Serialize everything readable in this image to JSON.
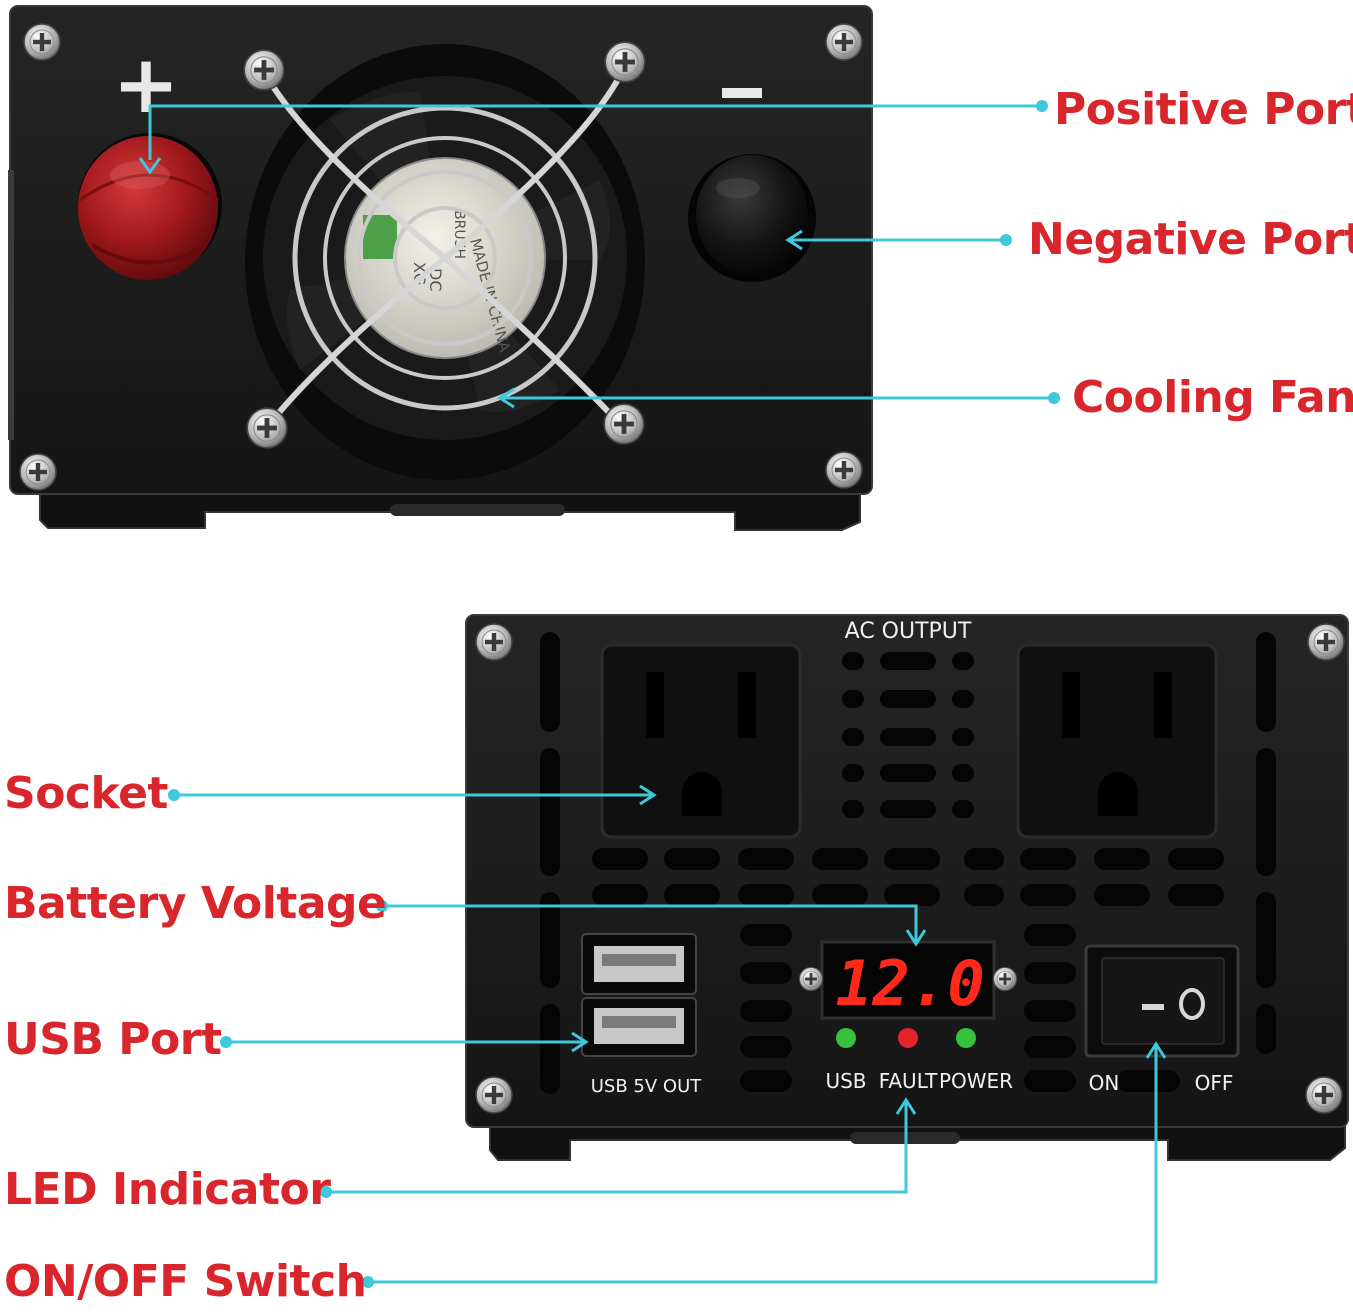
{
  "colors": {
    "callout_text": "#d9262c",
    "leader_line": "#3ec8dc",
    "panel_dark": "#1b1b1b",
    "panel_darker": "#0d0d0d",
    "display_red": "#ff2a1a",
    "led_green": "#36c23a",
    "led_red": "#e3242b"
  },
  "front_panel": {
    "plus_symbol": "+",
    "minus_symbol": "−",
    "fan_label_lines": [
      "XG",
      "DC",
      "MADE IN CHINA",
      "BRUSH"
    ]
  },
  "back_panel": {
    "ac_output_label": "AC OUTPUT",
    "usb_label": "USB 5V OUT",
    "display_value": "12.0",
    "led_labels": [
      "USB",
      "FAULT",
      "POWER"
    ],
    "switch_on_label": "ON",
    "switch_off_label": "OFF",
    "switch_glyph_on": "—",
    "switch_glyph_off": "O"
  },
  "callouts": {
    "positive_port": "Positive Port",
    "negative_port": "Negative Port",
    "cooling_fan": "Cooling Fan",
    "socket": "Socket",
    "battery_voltage": "Battery Voltage",
    "usb_port": "USB Port",
    "led_indicator": "LED Indicator",
    "on_off_switch": "ON/OFF Switch"
  },
  "icons": {
    "screw": "screw-icon",
    "fan": "fan-icon",
    "socket": "ac-socket-icon",
    "usb": "usb-port-icon",
    "switch": "rocker-switch-icon"
  }
}
